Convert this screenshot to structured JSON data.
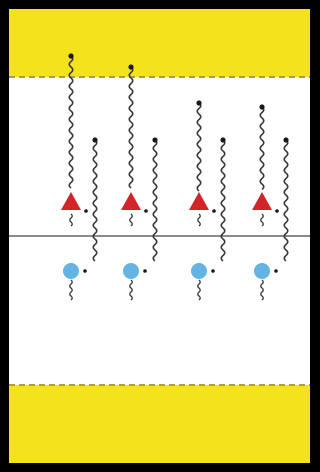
{
  "colors": {
    "frame": "#000000",
    "band": "#f4e21d",
    "band_edge": "#b39d34",
    "interior": "#ffffff",
    "divider": "#8a8a8a",
    "chain": "#3a3a3a",
    "tip": "#1a1a1a",
    "triangle": "#d4242b",
    "circle": "#65b3e2"
  },
  "diagram": {
    "columns": 4,
    "top_markers": "triangle",
    "bottom_markers": "circle",
    "chains_per_column": 2
  }
}
